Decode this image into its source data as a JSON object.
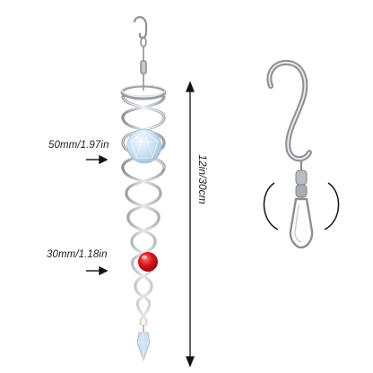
{
  "labels": {
    "large_crystal": "50mm/1.97in",
    "small_ball": "30mm/1.18in",
    "height": "12in/30cm"
  },
  "colors": {
    "spiral": "#b9bcc1",
    "crystal": "#cfe3f5",
    "ball": "#d6141b",
    "text": "#222222"
  },
  "icons": [
    "s-hook-icon",
    "swivel-clip-icon",
    "rotation-arc-icon",
    "arrow-icon"
  ]
}
